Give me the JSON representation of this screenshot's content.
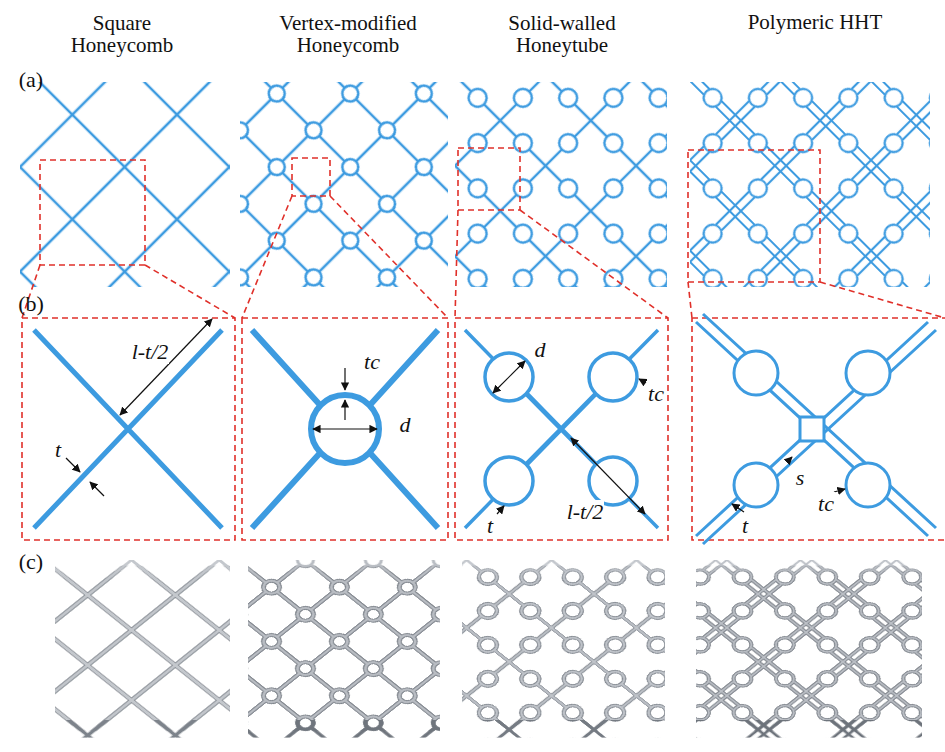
{
  "diagram": {
    "labels": [
      "Square Honeycomb",
      "Vertex-modified Honeycomb",
      "Solid-walled Honeytube",
      "Polymeric HHT",
      "(a)",
      "(b)",
      "(c)",
      "l-t/2",
      "t",
      "tc",
      "d",
      "d",
      "tc",
      "t",
      "l-t/2",
      "s",
      "tc",
      "t"
    ]
  }
}
